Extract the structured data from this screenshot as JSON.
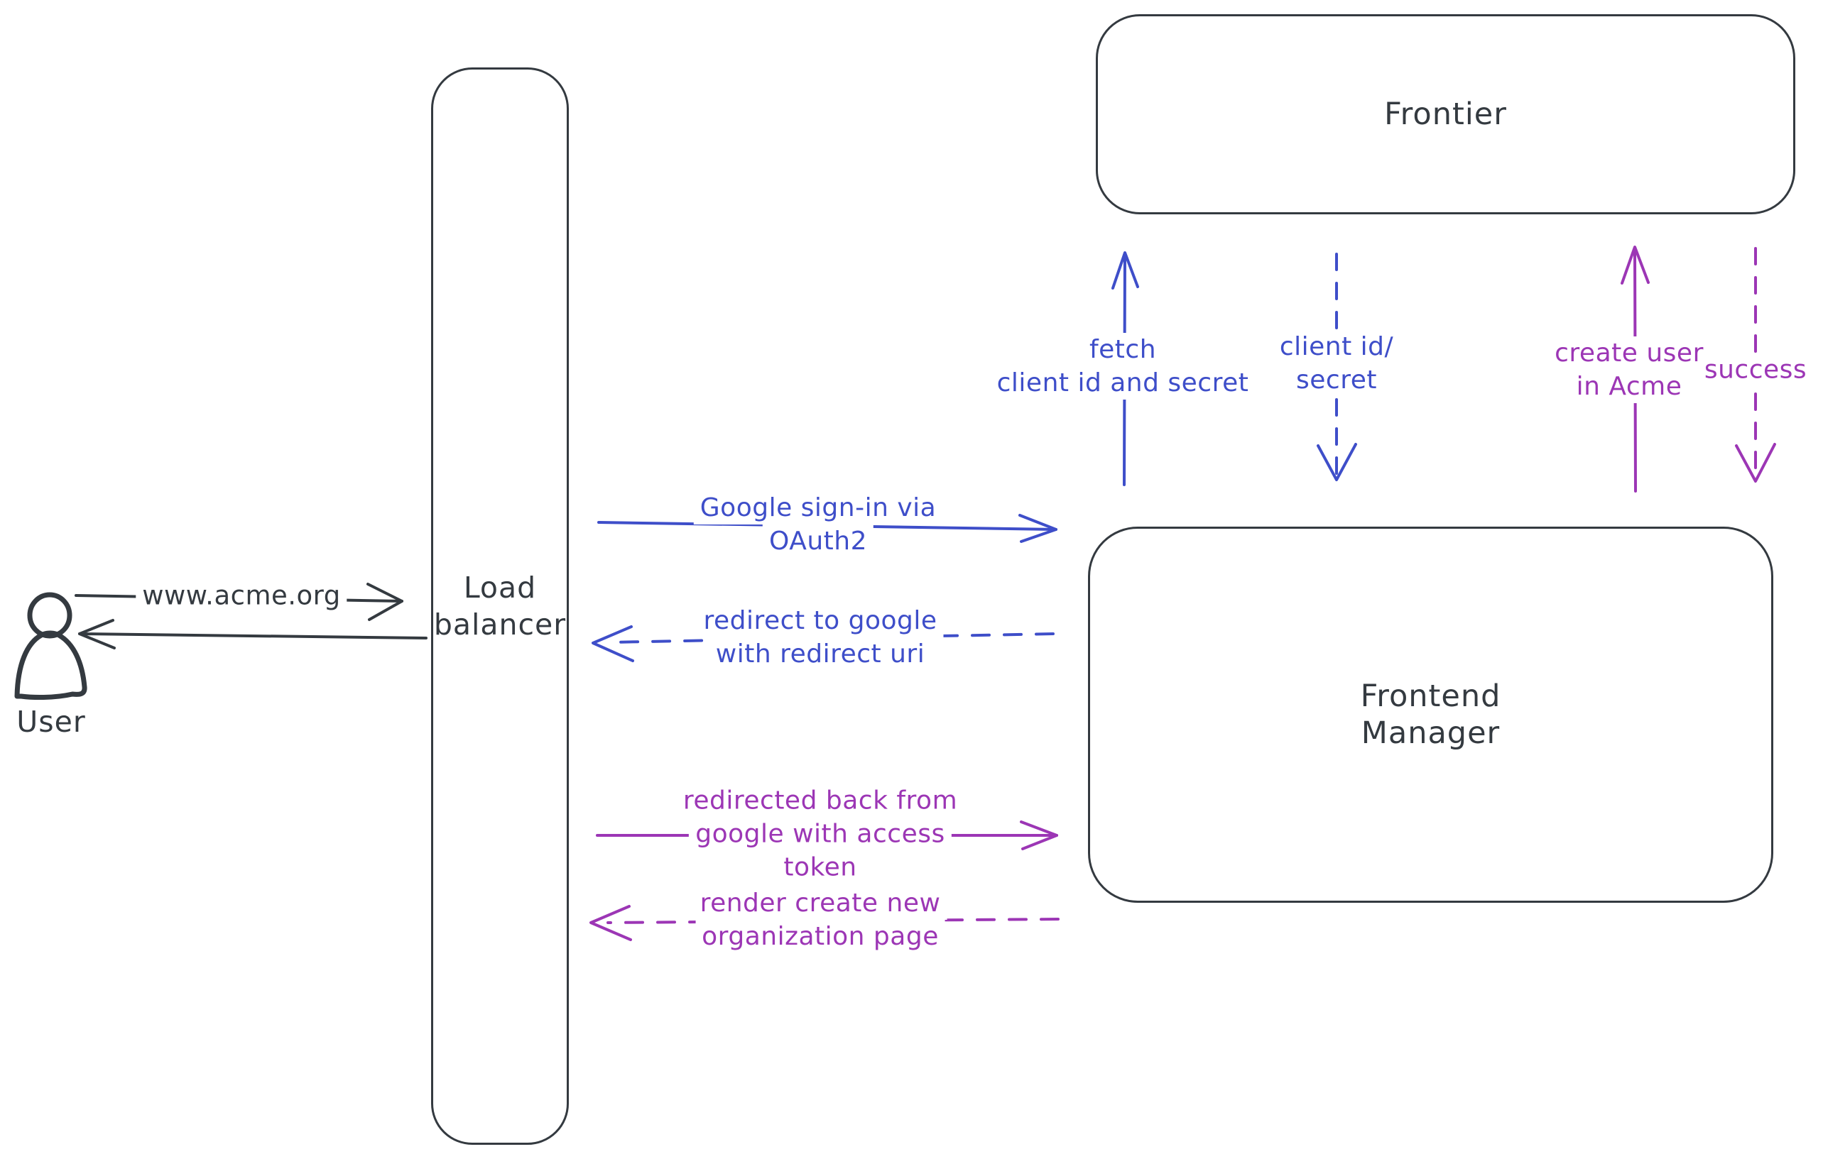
{
  "colors": {
    "ink": "#343a40",
    "blue": "#3e4ec9",
    "purple": "#9c36b5",
    "hatch": "#ccd1da",
    "bg": "#ffffff"
  },
  "nodes": {
    "user": {
      "label": "User"
    },
    "load_balancer": {
      "line1": "Load",
      "line2": "balancer"
    },
    "frontier": {
      "label": "Frontier"
    },
    "frontend_manager": {
      "line1": "Frontend",
      "line2": "Manager"
    }
  },
  "edges": {
    "www_acme": {
      "label": "www.acme.org"
    },
    "google_signin": {
      "line1": "Google sign-in via",
      "line2": "OAuth2"
    },
    "redirect_google": {
      "line1": "redirect to google",
      "line2": "with redirect uri"
    },
    "fetch_client": {
      "line1": "fetch",
      "line2": "client id and secret"
    },
    "client_id_secret": {
      "line1": "client id/",
      "line2": "secret"
    },
    "create_user": {
      "line1": "create user",
      "line2": "in Acme"
    },
    "success": {
      "label": "success"
    },
    "redirected_back": {
      "line1": "redirected back from",
      "line2": "google with access",
      "line3": "token"
    },
    "render_page": {
      "line1": "render create new",
      "line2": "organization page"
    }
  }
}
